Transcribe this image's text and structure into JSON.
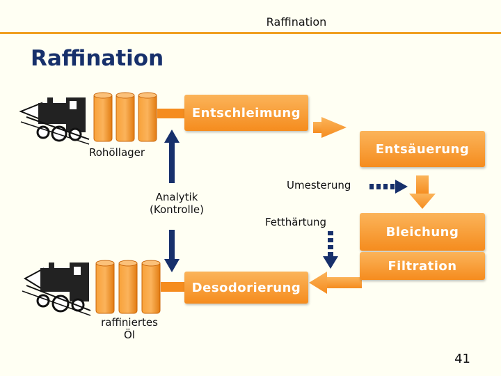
{
  "header": "Raffination",
  "title": "Raffination",
  "steps": {
    "entschleimung": "Entschleimung",
    "entsaeuerung": "Entsäuerung",
    "bleichung": "Bleichung",
    "filtration": "Filtration",
    "desodorierung": "Desodorierung"
  },
  "labels": {
    "rohoellager": "Rohöllager",
    "analytik_line1": "Analytik",
    "analytik_line2": "(Kontrolle)",
    "umesterung": "Umesterung",
    "fetthaertung": "Fetthärtung",
    "raffiniertes_line1": "raffiniertes",
    "raffiniertes_line2": "Öl"
  },
  "page_number": "41",
  "colors": {
    "orange": "#f58c1e",
    "navy": "#17306b",
    "accent": "#f0a020"
  }
}
